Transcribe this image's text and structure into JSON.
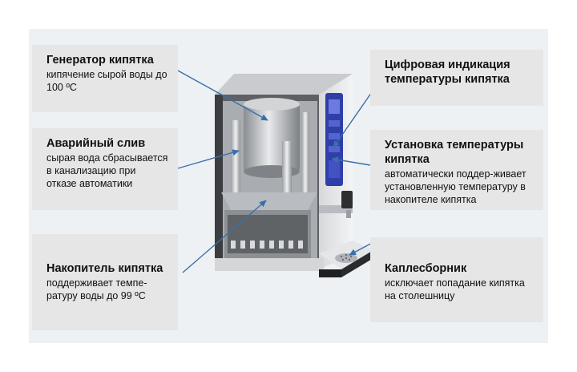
{
  "callouts": [
    {
      "id": "generator",
      "title": "Генератор кипятка",
      "desc": "кипячение сырой воды до 100 ºС"
    },
    {
      "id": "drain",
      "title": "Аварийный слив",
      "desc": "сырая вода сбрасывается в канализацию при отказе автоматики"
    },
    {
      "id": "storage",
      "title": "Накопитель кипятка",
      "desc": "поддерживает темпе-ратуру воды до 99 ºС"
    },
    {
      "id": "display",
      "title": "Цифровая индикация температуры кипятка",
      "desc": ""
    },
    {
      "id": "setting",
      "title": "Установка температуры кипятка",
      "desc": "автоматически поддер-живает установленную температуру в накопителе кипятка"
    },
    {
      "id": "drip",
      "title": "Каплесборник",
      "desc": "исключает попадание кипятка на столешницу"
    }
  ],
  "colors": {
    "arrow": "#3a6fa8",
    "panel": "#eef1f4",
    "callout_bg": "#e6e6e6",
    "display": "#2f3fa8"
  }
}
